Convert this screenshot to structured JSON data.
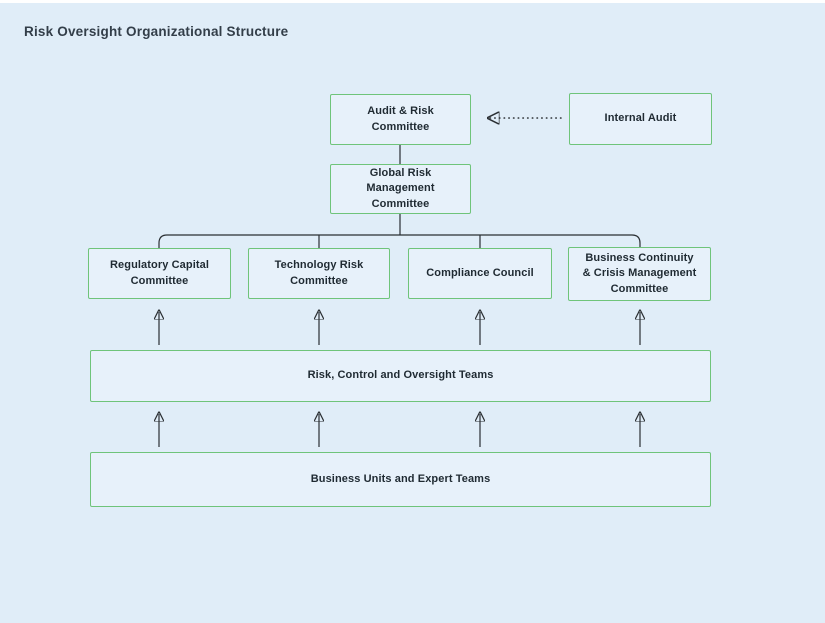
{
  "page": {
    "title": "Risk Oversight Organizational Structure"
  },
  "colors": {
    "background": "#e0edf8",
    "surface": "#ffffff",
    "box_border": "#6fc47a",
    "box_fill": "#e7f1fa",
    "connector": "#2a2f33",
    "node_text": "#1f2a32",
    "title_text": "#333e49"
  },
  "nodes": {
    "audit_risk_committee": {
      "label": "Audit & Risk Committee"
    },
    "internal_audit": {
      "label": "Internal Audit"
    },
    "global_risk_management_committee": {
      "label": [
        "Global Risk",
        "Management Committee"
      ]
    },
    "regulatory_capital_committee": {
      "label": [
        "Regulatory Capital",
        "Committee"
      ]
    },
    "technology_risk_committee": {
      "label": [
        "Technology Risk",
        "Committee"
      ]
    },
    "compliance_council": {
      "label": "Compliance Council"
    },
    "business_continuity_committee": {
      "label": [
        "Business Continuity",
        "& Crisis Management",
        "Committee"
      ]
    },
    "risk_control_oversight_teams": {
      "label": "Risk, Control and Oversight Teams"
    },
    "business_units_expert_teams": {
      "label": "Business Units and Expert Teams"
    }
  },
  "edges": [
    {
      "from": "internal_audit",
      "to": "audit_risk_committee",
      "style": "dotted-arrow"
    },
    {
      "from": "audit_risk_committee",
      "to": "global_risk_management_committee",
      "style": "line"
    },
    {
      "from": "global_risk_management_committee",
      "to": "regulatory_capital_committee",
      "style": "line"
    },
    {
      "from": "global_risk_management_committee",
      "to": "technology_risk_committee",
      "style": "line"
    },
    {
      "from": "global_risk_management_committee",
      "to": "compliance_council",
      "style": "line"
    },
    {
      "from": "global_risk_management_committee",
      "to": "business_continuity_committee",
      "style": "line"
    },
    {
      "from": "risk_control_oversight_teams",
      "to": "regulatory_capital_committee",
      "style": "arrow-up"
    },
    {
      "from": "risk_control_oversight_teams",
      "to": "technology_risk_committee",
      "style": "arrow-up"
    },
    {
      "from": "risk_control_oversight_teams",
      "to": "compliance_council",
      "style": "arrow-up"
    },
    {
      "from": "risk_control_oversight_teams",
      "to": "business_continuity_committee",
      "style": "arrow-up"
    },
    {
      "from": "business_units_expert_teams",
      "to": "risk_control_oversight_teams",
      "style": "arrow-up"
    },
    {
      "from": "business_units_expert_teams",
      "to": "risk_control_oversight_teams",
      "style": "arrow-up"
    },
    {
      "from": "business_units_expert_teams",
      "to": "risk_control_oversight_teams",
      "style": "arrow-up"
    },
    {
      "from": "business_units_expert_teams",
      "to": "risk_control_oversight_teams",
      "style": "arrow-up"
    }
  ]
}
